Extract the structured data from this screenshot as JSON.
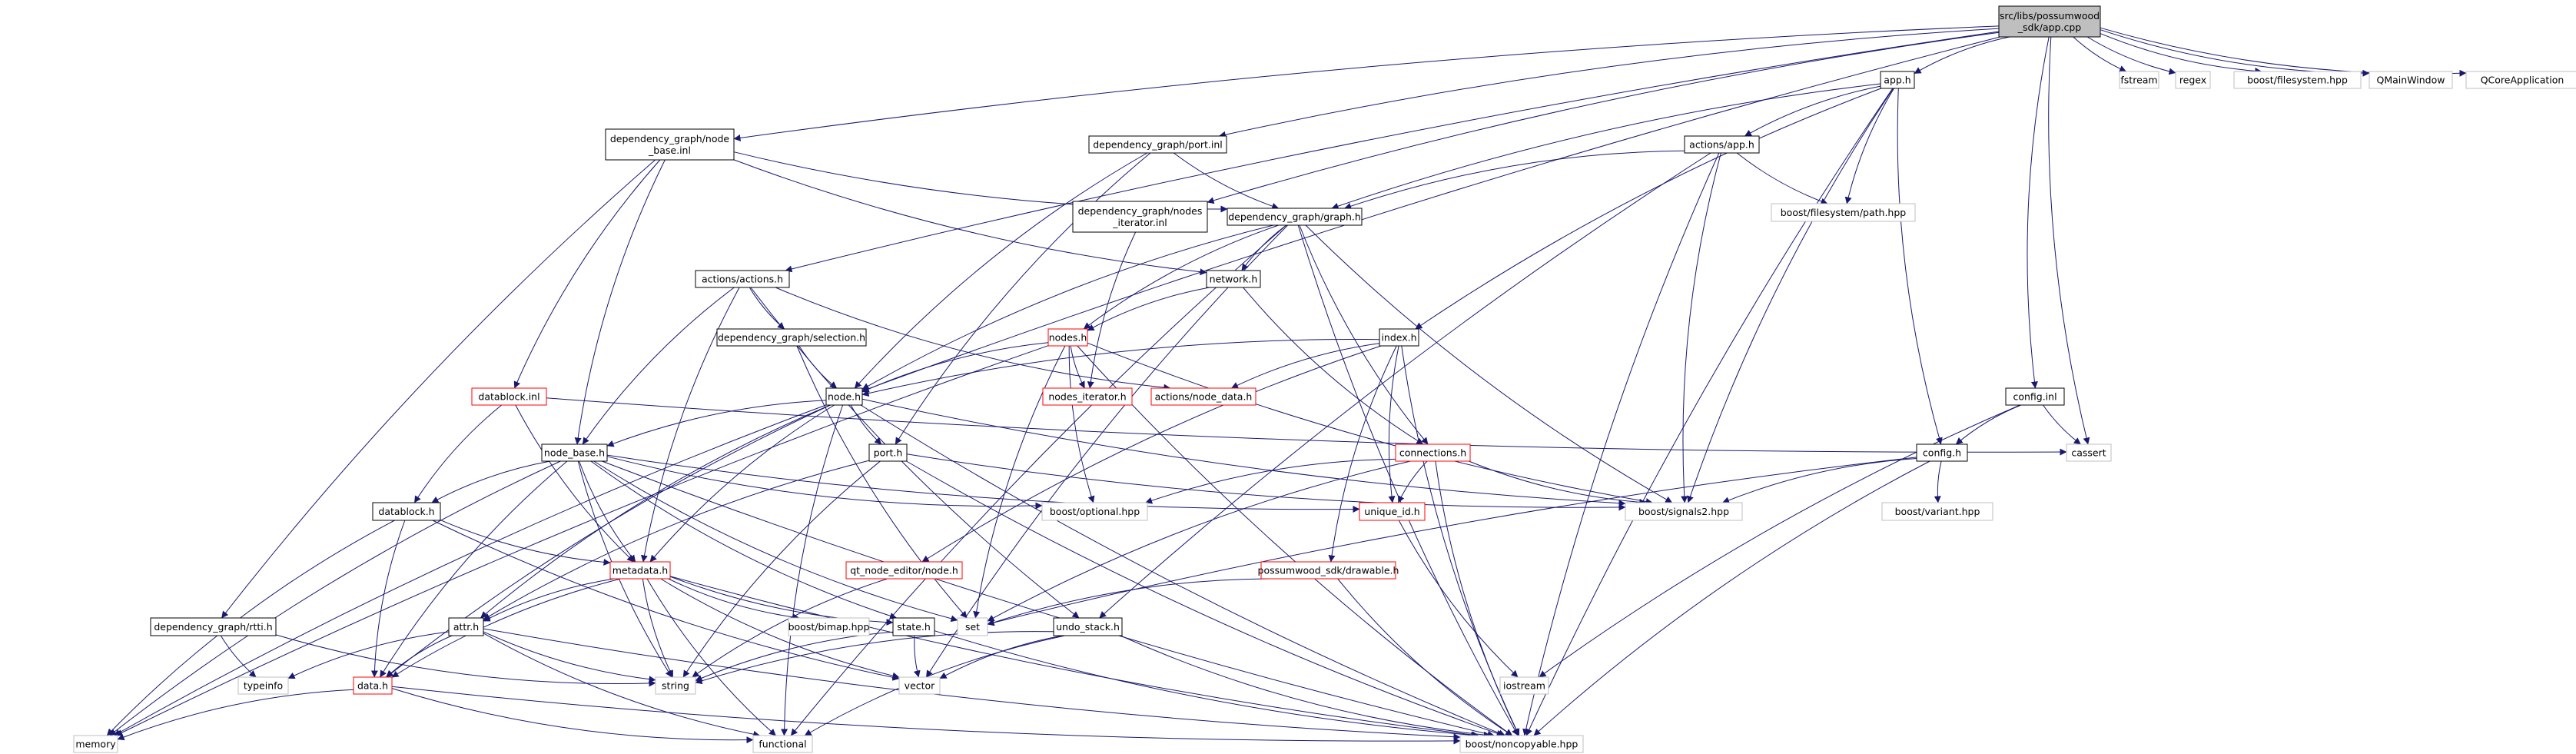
{
  "colors": {
    "edge": "#191970",
    "border_normal": "#000000",
    "border_external": "#bfbfbf",
    "border_warning": "#ff0000",
    "root_fill": "#bfbfbf",
    "node_fill": "#ffffff"
  },
  "nodes": {
    "root": {
      "lines": [
        "src/libs/possumwood",
        "_sdk/app.cpp"
      ],
      "kind": "root"
    },
    "fstream": {
      "lines": [
        "fstream"
      ],
      "kind": "external"
    },
    "regex": {
      "lines": [
        "regex"
      ],
      "kind": "external"
    },
    "boost_filesystem": {
      "lines": [
        "boost/filesystem.hpp"
      ],
      "kind": "external"
    },
    "qmainwindow": {
      "lines": [
        "QMainWindow"
      ],
      "kind": "external"
    },
    "qcoreapplication": {
      "lines": [
        "QCoreApplication"
      ],
      "kind": "external"
    },
    "app_h": {
      "lines": [
        "app.h"
      ],
      "kind": "normal"
    },
    "dg_node_base_inl": {
      "lines": [
        "dependency_graph/node",
        "_base.inl"
      ],
      "kind": "normal"
    },
    "dg_port_inl": {
      "lines": [
        "dependency_graph/port.inl"
      ],
      "kind": "normal"
    },
    "actions_app_h": {
      "lines": [
        "actions/app.h"
      ],
      "kind": "normal"
    },
    "boost_fs_path": {
      "lines": [
        "boost/filesystem/path.hpp"
      ],
      "kind": "external"
    },
    "dg_nodes_iterator_inl": {
      "lines": [
        "dependency_graph/nodes",
        "_iterator.inl"
      ],
      "kind": "normal"
    },
    "dg_graph_h": {
      "lines": [
        "dependency_graph/graph.h"
      ],
      "kind": "normal"
    },
    "actions_actions_h": {
      "lines": [
        "actions/actions.h"
      ],
      "kind": "normal"
    },
    "network_h": {
      "lines": [
        "network.h"
      ],
      "kind": "normal"
    },
    "dg_selection_h": {
      "lines": [
        "dependency_graph/selection.h"
      ],
      "kind": "normal"
    },
    "nodes_h": {
      "lines": [
        "nodes.h"
      ],
      "kind": "warning"
    },
    "index_h": {
      "lines": [
        "index.h"
      ],
      "kind": "normal"
    },
    "datablock_inl": {
      "lines": [
        "datablock.inl"
      ],
      "kind": "warning"
    },
    "node_h": {
      "lines": [
        "node.h"
      ],
      "kind": "normal"
    },
    "nodes_iterator_h": {
      "lines": [
        "nodes_iterator.h"
      ],
      "kind": "warning"
    },
    "actions_node_data_h": {
      "lines": [
        "actions/node_data.h"
      ],
      "kind": "warning"
    },
    "config_inl": {
      "lines": [
        "config.inl"
      ],
      "kind": "normal"
    },
    "cassert": {
      "lines": [
        "cassert"
      ],
      "kind": "external"
    },
    "connections_h": {
      "lines": [
        "connections.h"
      ],
      "kind": "warning"
    },
    "config_h": {
      "lines": [
        "config.h"
      ],
      "kind": "normal"
    },
    "node_base_h": {
      "lines": [
        "node_base.h"
      ],
      "kind": "normal"
    },
    "port_h": {
      "lines": [
        "port.h"
      ],
      "kind": "normal"
    },
    "boost_signals2": {
      "lines": [
        "boost/signals2.hpp"
      ],
      "kind": "external"
    },
    "datablock_h": {
      "lines": [
        "datablock.h"
      ],
      "kind": "normal"
    },
    "boost_optional": {
      "lines": [
        "boost/optional.hpp"
      ],
      "kind": "external"
    },
    "unique_id_h": {
      "lines": [
        "unique_id.h"
      ],
      "kind": "warning"
    },
    "boost_variant": {
      "lines": [
        "boost/variant.hpp"
      ],
      "kind": "external"
    },
    "qt_node_editor_node_h": {
      "lines": [
        "qt_node_editor/node.h"
      ],
      "kind": "warning"
    },
    "possumwood_drawable_h": {
      "lines": [
        "possumwood_sdk/drawable.h"
      ],
      "kind": "warning"
    },
    "metadata_h": {
      "lines": [
        "metadata.h"
      ],
      "kind": "warning"
    },
    "dg_rtti_h": {
      "lines": [
        "dependency_graph/rtti.h"
      ],
      "kind": "normal"
    },
    "attr_h": {
      "lines": [
        "attr.h"
      ],
      "kind": "normal"
    },
    "boost_bimap": {
      "lines": [
        "boost/bimap.hpp"
      ],
      "kind": "external"
    },
    "state_h": {
      "lines": [
        "state.h"
      ],
      "kind": "normal"
    },
    "set": {
      "lines": [
        "set"
      ],
      "kind": "external"
    },
    "undo_stack_h": {
      "lines": [
        "undo_stack.h"
      ],
      "kind": "normal"
    },
    "typeinfo": {
      "lines": [
        "typeinfo"
      ],
      "kind": "external"
    },
    "string": {
      "lines": [
        "string"
      ],
      "kind": "external"
    },
    "data_h": {
      "lines": [
        "data.h"
      ],
      "kind": "warning"
    },
    "vector": {
      "lines": [
        "vector"
      ],
      "kind": "external"
    },
    "iostream": {
      "lines": [
        "iostream"
      ],
      "kind": "external"
    },
    "memory": {
      "lines": [
        "memory"
      ],
      "kind": "external"
    },
    "functional": {
      "lines": [
        "functional"
      ],
      "kind": "external"
    },
    "boost_noncopyable": {
      "lines": [
        "boost/noncopyable.hpp"
      ],
      "kind": "external"
    }
  },
  "edges": [
    [
      "root",
      "fstream"
    ],
    [
      "root",
      "regex"
    ],
    [
      "root",
      "boost_filesystem"
    ],
    [
      "root",
      "qmainwindow"
    ],
    [
      "root",
      "qcoreapplication"
    ],
    [
      "root",
      "app_h"
    ],
    [
      "root",
      "dg_node_base_inl"
    ],
    [
      "root",
      "dg_port_inl"
    ],
    [
      "root",
      "dg_nodes_iterator_inl"
    ],
    [
      "root",
      "actions_actions_h"
    ],
    [
      "root",
      "node_h"
    ],
    [
      "root",
      "config_inl"
    ],
    [
      "root",
      "cassert"
    ],
    [
      "app_h",
      "actions_app_h"
    ],
    [
      "app_h",
      "dg_graph_h"
    ],
    [
      "app_h",
      "boost_fs_path"
    ],
    [
      "app_h",
      "index_h"
    ],
    [
      "app_h",
      "config_h"
    ],
    [
      "app_h",
      "boost_signals2"
    ],
    [
      "app_h",
      "boost_noncopyable"
    ],
    [
      "dg_node_base_inl",
      "dg_graph_h"
    ],
    [
      "dg_node_base_inl",
      "network_h"
    ],
    [
      "dg_node_base_inl",
      "datablock_inl"
    ],
    [
      "dg_node_base_inl",
      "node_base_h"
    ],
    [
      "dg_node_base_inl",
      "dg_rtti_h"
    ],
    [
      "dg_port_inl",
      "dg_graph_h"
    ],
    [
      "dg_port_inl",
      "node_h"
    ],
    [
      "dg_port_inl",
      "port_h"
    ],
    [
      "actions_app_h",
      "dg_graph_h"
    ],
    [
      "actions_app_h",
      "boost_fs_path"
    ],
    [
      "actions_app_h",
      "boost_signals2"
    ],
    [
      "actions_app_h",
      "undo_stack_h"
    ],
    [
      "actions_app_h",
      "boost_noncopyable"
    ],
    [
      "dg_nodes_iterator_inl",
      "nodes_iterator_h"
    ],
    [
      "dg_graph_h",
      "network_h"
    ],
    [
      "dg_graph_h",
      "nodes_h"
    ],
    [
      "dg_graph_h",
      "node_h"
    ],
    [
      "dg_graph_h",
      "connections_h"
    ],
    [
      "dg_graph_h",
      "boost_signals2"
    ],
    [
      "dg_graph_h",
      "vector"
    ],
    [
      "dg_graph_h",
      "functional"
    ],
    [
      "dg_graph_h",
      "boost_noncopyable"
    ],
    [
      "actions_actions_h",
      "dg_selection_h"
    ],
    [
      "actions_actions_h",
      "actions_node_data_h"
    ],
    [
      "actions_actions_h",
      "node_base_h"
    ],
    [
      "actions_actions_h",
      "metadata_h"
    ],
    [
      "actions_actions_h",
      "undo_stack_h"
    ],
    [
      "network_h",
      "nodes_h"
    ],
    [
      "network_h",
      "connections_h"
    ],
    [
      "dg_selection_h",
      "node_h"
    ],
    [
      "dg_selection_h",
      "set"
    ],
    [
      "nodes_h",
      "node_h"
    ],
    [
      "nodes_h",
      "nodes_iterator_h"
    ],
    [
      "nodes_h",
      "boost_optional"
    ],
    [
      "nodes_h",
      "boost_signals2"
    ],
    [
      "nodes_h",
      "set"
    ],
    [
      "nodes_h",
      "memory"
    ],
    [
      "nodes_h",
      "boost_noncopyable"
    ],
    [
      "index_h",
      "node_h"
    ],
    [
      "index_h",
      "actions_node_data_h"
    ],
    [
      "index_h",
      "unique_id_h"
    ],
    [
      "index_h",
      "qt_node_editor_node_h"
    ],
    [
      "index_h",
      "possumwood_drawable_h"
    ],
    [
      "index_h",
      "boost_noncopyable"
    ],
    [
      "datablock_inl",
      "datablock_h"
    ],
    [
      "datablock_inl",
      "metadata_h"
    ],
    [
      "datablock_inl",
      "cassert"
    ],
    [
      "node_h",
      "node_base_h"
    ],
    [
      "node_h",
      "port_h"
    ],
    [
      "node_h",
      "metadata_h"
    ],
    [
      "node_h",
      "attr_h"
    ],
    [
      "node_h",
      "boost_signals2"
    ],
    [
      "node_h",
      "data_h"
    ],
    [
      "node_h",
      "memory"
    ],
    [
      "node_h",
      "functional"
    ],
    [
      "node_h",
      "boost_noncopyable"
    ],
    [
      "config_inl",
      "config_h"
    ],
    [
      "config_inl",
      "cassert"
    ],
    [
      "config_inl",
      "iostream"
    ],
    [
      "connections_h",
      "boost_optional"
    ],
    [
      "connections_h",
      "unique_id_h"
    ],
    [
      "connections_h",
      "boost_signals2"
    ],
    [
      "connections_h",
      "set"
    ],
    [
      "connections_h",
      "boost_noncopyable"
    ],
    [
      "config_h",
      "boost_signals2"
    ],
    [
      "config_h",
      "boost_variant"
    ],
    [
      "config_h",
      "set"
    ],
    [
      "config_h",
      "boost_noncopyable"
    ],
    [
      "node_base_h",
      "datablock_h"
    ],
    [
      "node_base_h",
      "metadata_h"
    ],
    [
      "node_base_h",
      "boost_optional"
    ],
    [
      "node_base_h",
      "unique_id_h"
    ],
    [
      "node_base_h",
      "state_h"
    ],
    [
      "node_base_h",
      "string"
    ],
    [
      "node_base_h",
      "memory"
    ],
    [
      "node_base_h",
      "data_h"
    ],
    [
      "node_base_h",
      "boost_noncopyable"
    ],
    [
      "node_base_h",
      "set"
    ],
    [
      "port_h",
      "boost_signals2"
    ],
    [
      "port_h",
      "string"
    ],
    [
      "port_h",
      "attr_h"
    ],
    [
      "port_h",
      "boost_noncopyable"
    ],
    [
      "datablock_h",
      "metadata_h"
    ],
    [
      "datablock_h",
      "data_h"
    ],
    [
      "datablock_h",
      "vector"
    ],
    [
      "datablock_h",
      "memory"
    ],
    [
      "unique_id_h",
      "iostream"
    ],
    [
      "qt_node_editor_node_h",
      "string"
    ],
    [
      "possumwood_drawable_h",
      "set"
    ],
    [
      "possumwood_drawable_h",
      "boost_noncopyable"
    ],
    [
      "metadata_h",
      "attr_h"
    ],
    [
      "metadata_h",
      "boost_bimap"
    ],
    [
      "metadata_h",
      "state_h"
    ],
    [
      "metadata_h",
      "string"
    ],
    [
      "metadata_h",
      "vector"
    ],
    [
      "metadata_h",
      "data_h"
    ],
    [
      "metadata_h",
      "functional"
    ],
    [
      "metadata_h",
      "boost_noncopyable"
    ],
    [
      "dg_rtti_h",
      "typeinfo"
    ],
    [
      "dg_rtti_h",
      "string"
    ],
    [
      "attr_h",
      "typeinfo"
    ],
    [
      "attr_h",
      "string"
    ],
    [
      "attr_h",
      "data_h"
    ],
    [
      "attr_h",
      "functional"
    ],
    [
      "attr_h",
      "boost_noncopyable"
    ],
    [
      "state_h",
      "string"
    ],
    [
      "state_h",
      "vector"
    ],
    [
      "state_h",
      "boost_noncopyable"
    ],
    [
      "undo_stack_h",
      "string"
    ],
    [
      "undo_stack_h",
      "vector"
    ],
    [
      "undo_stack_h",
      "functional"
    ],
    [
      "undo_stack_h",
      "boost_noncopyable"
    ],
    [
      "data_h",
      "memory"
    ],
    [
      "data_h",
      "functional"
    ],
    [
      "data_h",
      "boost_noncopyable"
    ]
  ]
}
